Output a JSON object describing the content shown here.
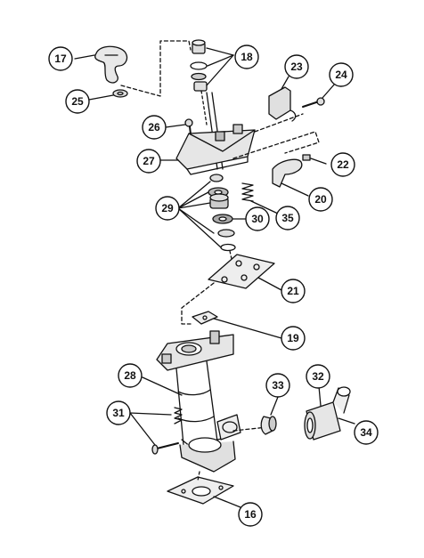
{
  "diagram": {
    "callouts": [
      {
        "id": "c17",
        "label": "17"
      },
      {
        "id": "c18",
        "label": "18"
      },
      {
        "id": "c23",
        "label": "23"
      },
      {
        "id": "c24",
        "label": "24"
      },
      {
        "id": "c25",
        "label": "25"
      },
      {
        "id": "c26",
        "label": "26"
      },
      {
        "id": "c27",
        "label": "27"
      },
      {
        "id": "c22",
        "label": "22"
      },
      {
        "id": "c20",
        "label": "20"
      },
      {
        "id": "c29",
        "label": "29"
      },
      {
        "id": "c30",
        "label": "30"
      },
      {
        "id": "c35",
        "label": "35"
      },
      {
        "id": "c21",
        "label": "21"
      },
      {
        "id": "c19",
        "label": "19"
      },
      {
        "id": "c28",
        "label": "28"
      },
      {
        "id": "c33",
        "label": "33"
      },
      {
        "id": "c32",
        "label": "32"
      },
      {
        "id": "c31",
        "label": "31"
      },
      {
        "id": "c34",
        "label": "34"
      },
      {
        "id": "c16",
        "label": "16"
      }
    ]
  }
}
